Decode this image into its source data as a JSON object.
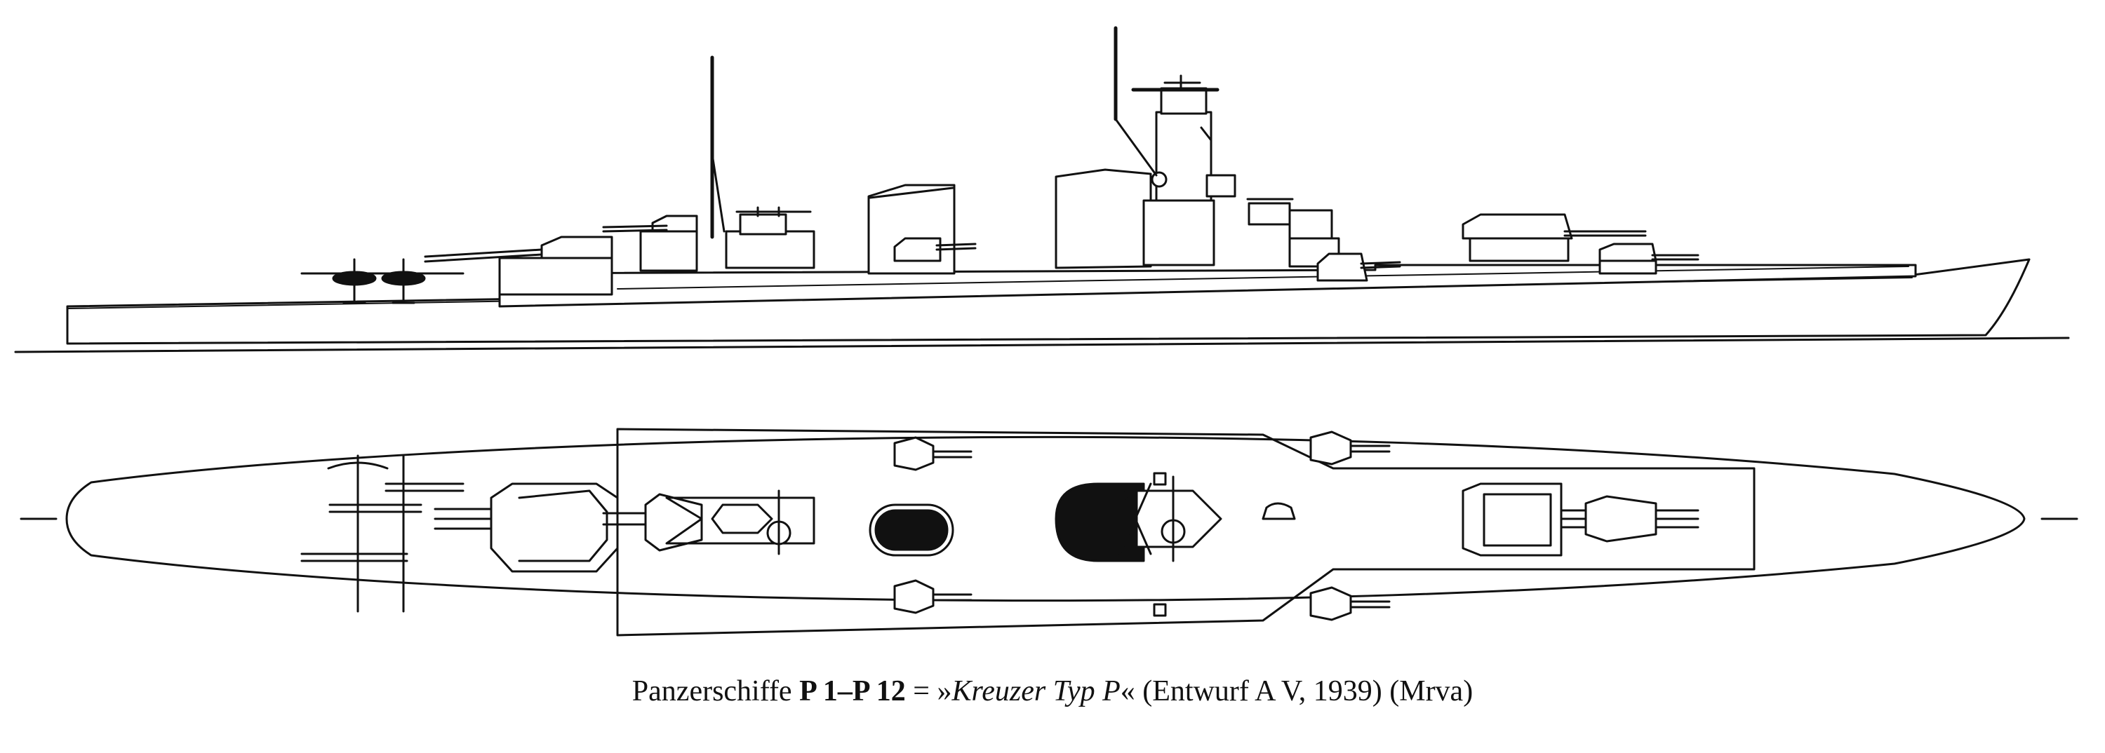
{
  "caption": {
    "prefix": "Panzerschiffe ",
    "designation": "P 1–P 12",
    "equals": " = ",
    "quote_open": "»",
    "type_name": "Kreuzer Typ P",
    "quote_close": "«",
    "design_note": " (Entwurf A V, 1939)",
    "source": " (Mrva)"
  },
  "colors": {
    "ink": "#111111",
    "paper": "#ffffff"
  }
}
